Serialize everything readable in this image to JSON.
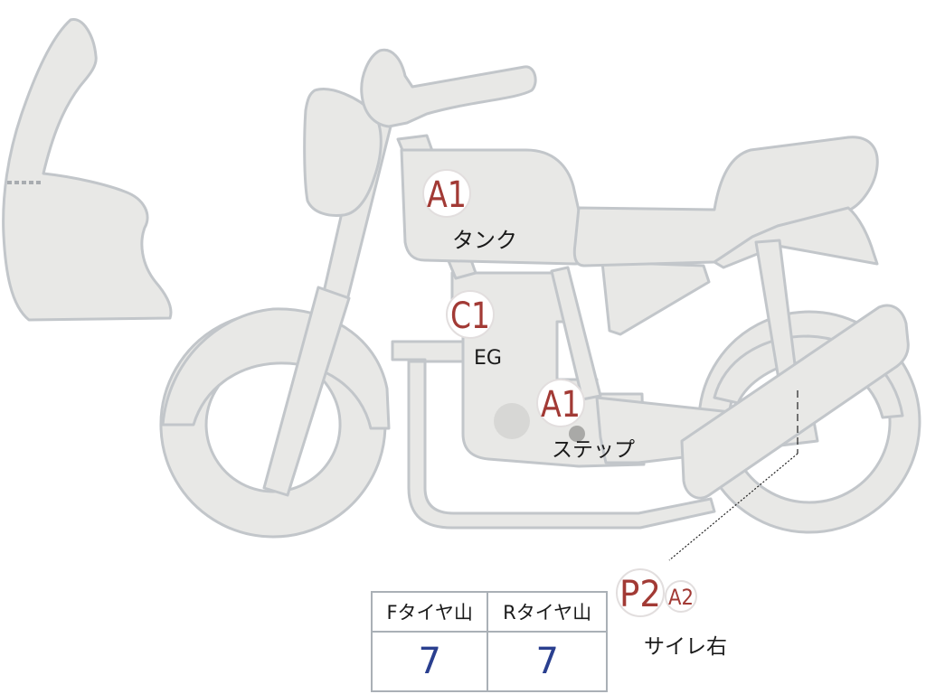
{
  "labels": {
    "tank": "タンク",
    "engine": "EG",
    "step": "ステップ",
    "muffler_right": "サイレ右"
  },
  "badges": {
    "tank": "A1",
    "engine": "C1",
    "step": "A1",
    "muffler_main": "P2",
    "muffler_sub": "A2"
  },
  "tire_table": {
    "front_header": "Fタイヤ山",
    "rear_header": "Rタイヤ山",
    "front_value": "7",
    "rear_value": "7"
  },
  "colors": {
    "body_fill": "#e8e8e6",
    "body_stroke": "#c2c6ca",
    "badge_text": "#a23a35",
    "value_text": "#2a3f8f",
    "table_border": "#aab0b6"
  }
}
